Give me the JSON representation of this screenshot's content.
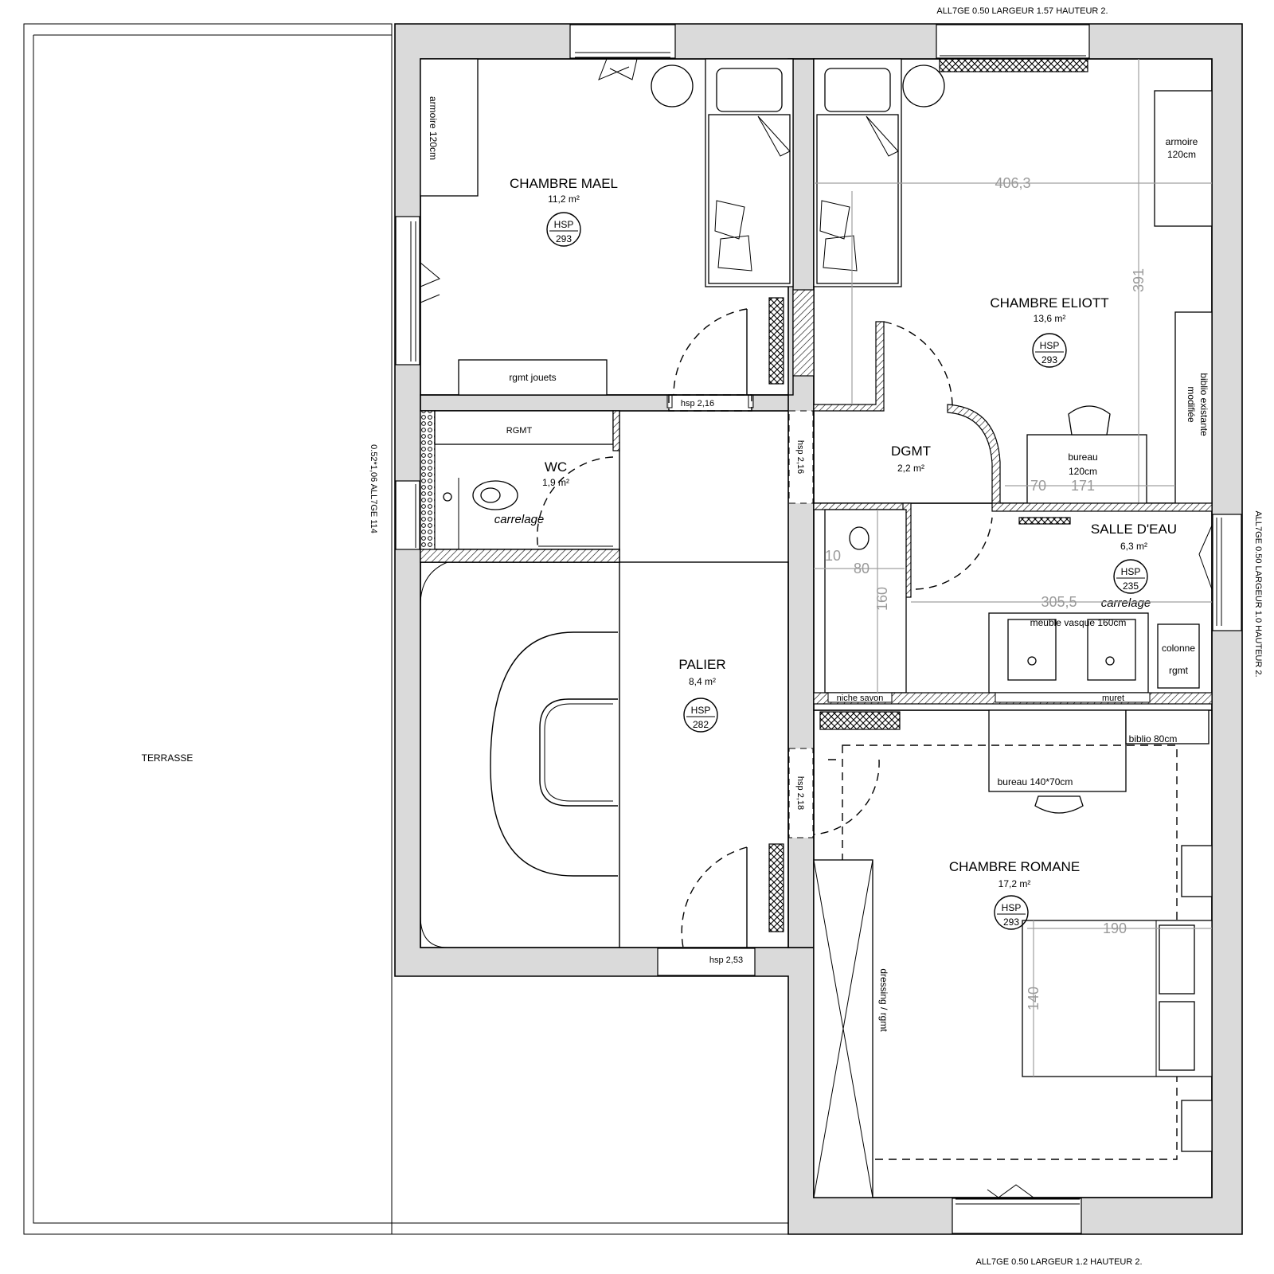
{
  "terrace": {
    "label": "TERRASSE"
  },
  "windows": {
    "top": "ALL7GE 0.50 LARGEUR 1.57  HAUTEUR 2.",
    "bottom": "ALL7GE 0.50 LARGEUR 1.2 HAUTEUR 2.",
    "right": "ALL7GE 0.50 LARGEUR 1.0 HAUTEUR 2.",
    "left": "0.52*1,06 ALL7GE 114"
  },
  "rooms": {
    "chambre_mael": {
      "name": "CHAMBRE MAEL",
      "area": "11,2 m²",
      "hsp_label": "HSP",
      "hsp_value": "293"
    },
    "chambre_eliott": {
      "name": "CHAMBRE ELIOTT",
      "area": "13,6 m²",
      "hsp_label": "HSP",
      "hsp_value": "293"
    },
    "wc": {
      "name": "WC",
      "area": "1,9 m²"
    },
    "dgmt": {
      "name": "DGMT",
      "area": "2,2 m²"
    },
    "salle_deau": {
      "name": "SALLE D'EAU",
      "area": "6,3 m²",
      "hsp_label": "HSP",
      "hsp_value": "235"
    },
    "palier": {
      "name": "PALIER",
      "area": "8,4 m²",
      "hsp_label": "HSP",
      "hsp_value": "282"
    },
    "chambre_romane": {
      "name": "CHAMBRE ROMANE",
      "area": "17,2 m²",
      "hsp_label": "HSP",
      "hsp_value": "293"
    }
  },
  "furniture": {
    "armoire_mael": "armoire  120cm",
    "rgmt_jouets": "rgmt jouets",
    "armoire_eliott_1": "armoire",
    "armoire_eliott_2": "120cm",
    "biblio_existante_1": "biblio existante",
    "biblio_existante_2": "modifiée",
    "bureau_eliott_1": "bureau",
    "bureau_eliott_2": "120cm",
    "rgmt_wc": "RGMT",
    "carrelage_wc": "carrelage",
    "carrelage_sde": "carrelage",
    "meuble_vasque": "meuble vasque 160cm",
    "colonne_1": "colonne",
    "colonne_2": "rgmt",
    "niche_savon": "niche savon",
    "muret": "muret",
    "biblio_80": "biblio 80cm",
    "bureau_romane": "bureau 140*70cm",
    "dressing": "dressing / rgmt"
  },
  "hsp_notes": {
    "mael_door": "hsp 2,16",
    "dgmt_opening": "hsp 2,16",
    "romane_opening": "hsp 2,18",
    "palier_door": "hsp 2,53"
  },
  "dimensions": {
    "eliott_width": "406,3",
    "eliott_depth": "391",
    "bureau_70": "70",
    "bureau_171": "171",
    "shower_10": "10",
    "shower_80": "80",
    "shower_160": "160",
    "sde_width": "305,5",
    "bed_190": "190",
    "bed_140": "140"
  }
}
